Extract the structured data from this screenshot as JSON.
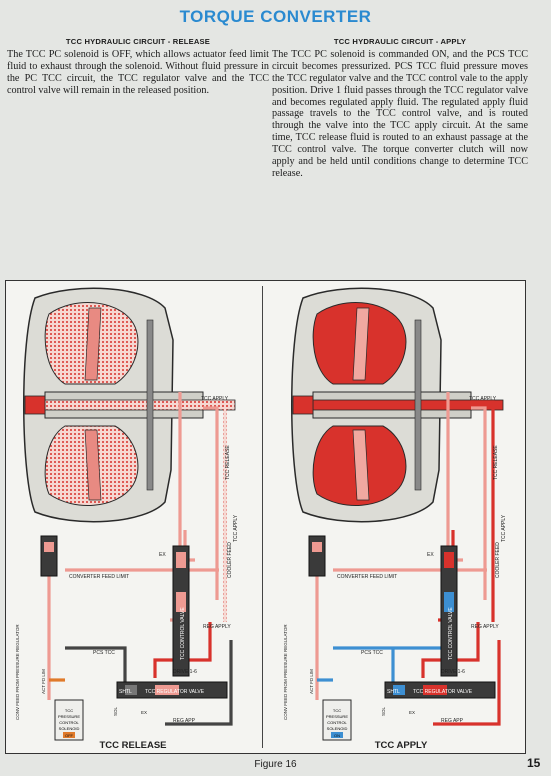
{
  "page": {
    "title": "TORQUE CONVERTER",
    "figure_caption": "Figure 16",
    "page_number": "15"
  },
  "left_column": {
    "heading": "TCC HYDRAULIC CIRCUIT - RELEASE",
    "body": "The TCC PC solenoid is OFF, which allows actuator feed limit fluid to exhaust through the solenoid. Without fluid pressure in the PC TCC circuit, the TCC regulator valve and the TCC control valve will remain in the released position."
  },
  "right_column": {
    "heading": "TCC HYDRAULIC CIRCUIT - APPLY",
    "body": "The TCC PC solenoid is commanded ON, and the PCS TCC circuit becomes pressurized. PCS TCC fluid pressure moves the TCC regulator valve and the TCC control vale to the apply position. Drive 1 fluid passes through the TCC regulator valve and becomes regulated apply fluid. The regulated apply fluid passage travels to the TCC control valve, and is routed through the valve into the TCC apply circuit.  At the same time, TCC release fluid is routed to an exhaust passage at the TCC control valve. The torque converter clutch will now apply and be held until conditions change to determine TCC release."
  },
  "diagram": {
    "colors": {
      "red": "#d8322c",
      "pink": "#ee9a92",
      "blue": "#3d8fd2",
      "orange": "#e07a2a",
      "dark": "#2a2a2a",
      "valve": "#555555"
    },
    "labels": {
      "tcc_apply": "TCC APPLY",
      "tcc_release": "TCC RELEASE",
      "ex": "EX",
      "converter_feed_limit": "CONVERTER FEED LIMIT",
      "cooler_feed": "COOLER FEED",
      "tcc_control_valve": "TCC CONTROL VALVE",
      "reg_apply": "REG APPLY",
      "pcs_tcc": "PCS TCC",
      "drive_1_6": "DRIVE 1-6",
      "shtl": "SHTL",
      "tcc_regulator_valve": "TCC REGULATOR VALVE",
      "reg_app": "REG APP",
      "conv_feed": "CONV FEED FROM PRESSURE REGULATOR",
      "act_fd_lim": "ACT FD LIM",
      "sol": "SOL",
      "solenoid_1": "TCC",
      "solenoid_2": "PRESSURE",
      "solenoid_3": "CONTROL",
      "solenoid_4": "SOLENOID",
      "solenoid_off": "OFF",
      "solenoid_on": "ON"
    },
    "panels": [
      {
        "title": "TCC RELEASE"
      },
      {
        "title": "TCC APPLY"
      }
    ]
  }
}
